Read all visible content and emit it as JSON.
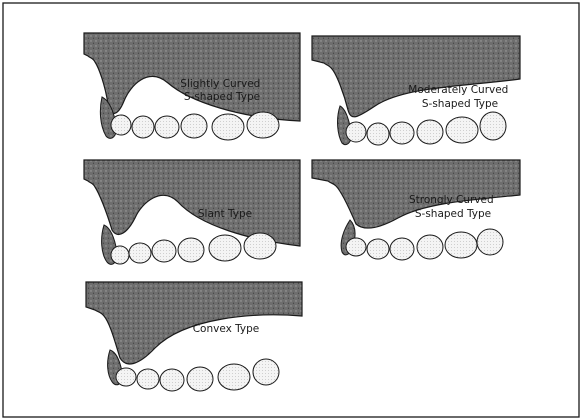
{
  "diagram": {
    "colors": {
      "bone": "#6e6e6e",
      "tooth_fill": "#f2f2f2",
      "stroke": "#1a1a1a",
      "background": "#ffffff"
    },
    "panels": [
      {
        "id": "slightly-curved",
        "label_lines": [
          "Slightly Curved",
          "S-shaped Type"
        ]
      },
      {
        "id": "moderately-curved",
        "label_lines": [
          "Moderately Curved",
          "S-shaped Type"
        ]
      },
      {
        "id": "slant",
        "label_lines": [
          "Slant Type"
        ]
      },
      {
        "id": "strongly-curved",
        "label_lines": [
          "Strongly Curved",
          "S-shaped Type"
        ]
      },
      {
        "id": "convex",
        "label_lines": [
          "Convex Type"
        ]
      }
    ]
  }
}
